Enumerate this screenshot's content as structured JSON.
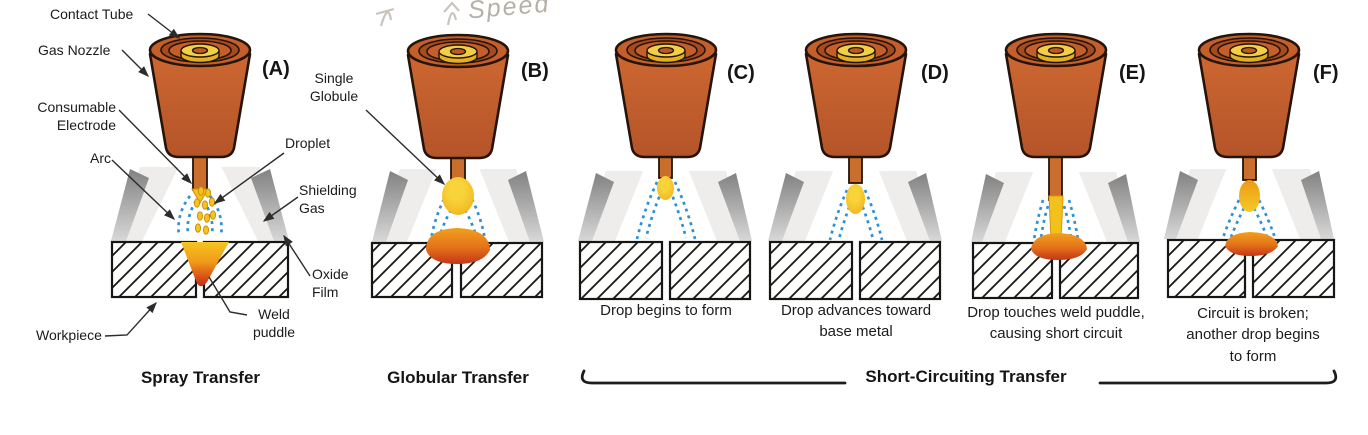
{
  "figure": {
    "handwritten_note": "Speed",
    "callouts": {
      "contact_tube": "Contact Tube",
      "gas_nozzle": "Gas Nozzle",
      "consumable_electrode": "Consumable Electrode",
      "arc": "Arc",
      "droplet": "Droplet",
      "shielding_gas": "Shielding Gas",
      "oxide_film": "Oxide Film",
      "weld_puddle": "Weld puddle",
      "workpiece": "Workpiece",
      "single_globule": "Single Globule"
    },
    "panels": [
      {
        "letter": "(A)",
        "title": "Spray Transfer"
      },
      {
        "letter": "(B)",
        "title": "Globular Transfer"
      },
      {
        "letter": "(C)",
        "caption": "Drop begins to form"
      },
      {
        "letter": "(D)",
        "caption": "Drop advances toward base metal"
      },
      {
        "letter": "(E)",
        "caption": "Drop touches weld puddle, causing short circuit"
      },
      {
        "letter": "(F)",
        "caption": "Circuit is broken; another drop begins to form"
      }
    ],
    "group_label": "Short-Circuiting Transfer",
    "colors": {
      "nozzle_body": "#c45f2b",
      "contact_tube_yellow": "#f3cf45",
      "electrode_orange": "#c96e2d",
      "droplet_yellow": "#f4c31c",
      "weld_puddle_red": "#c93016",
      "shielding_gas_blue": "#2f90d5"
    }
  }
}
